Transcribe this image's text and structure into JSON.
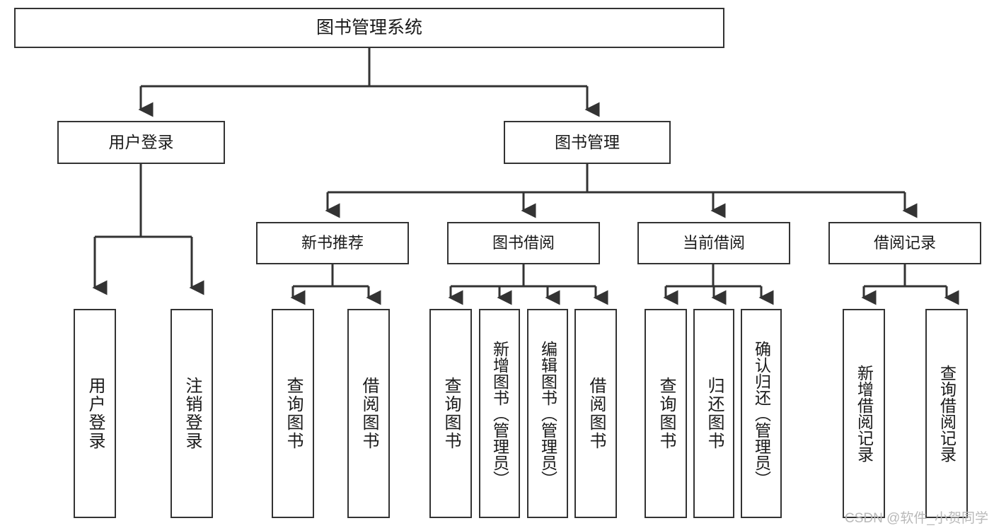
{
  "diagram": {
    "title": "图书管理系统",
    "type": "tree-hierarchy-chart",
    "root": {
      "label": "图书管理系统"
    },
    "level2": [
      {
        "label": "用户登录"
      },
      {
        "label": "图书管理"
      }
    ],
    "level3": [
      {
        "label": "新书推荐"
      },
      {
        "label": "图书借阅"
      },
      {
        "label": "当前借阅"
      },
      {
        "label": "借阅记录"
      }
    ],
    "leaves": [
      {
        "label": "用户登录"
      },
      {
        "label": "注销登录"
      },
      {
        "label": "查询图书"
      },
      {
        "label": "借阅图书"
      },
      {
        "label": "查询图书"
      },
      {
        "label": "新增图书（管理员）"
      },
      {
        "label": "编辑图书（管理员）"
      },
      {
        "label": "借阅图书"
      },
      {
        "label": "查询图书"
      },
      {
        "label": "归还图书"
      },
      {
        "label": "确认归还（管理员）"
      },
      {
        "label": "新增借阅记录"
      },
      {
        "label": "查询借阅记录"
      }
    ],
    "watermark": "CSDN @软件_小贺同学",
    "colors": {
      "stroke": "#333333",
      "fill": "#ffffff",
      "text": "#1a1a1a",
      "watermark": "#b9b9b9"
    }
  }
}
